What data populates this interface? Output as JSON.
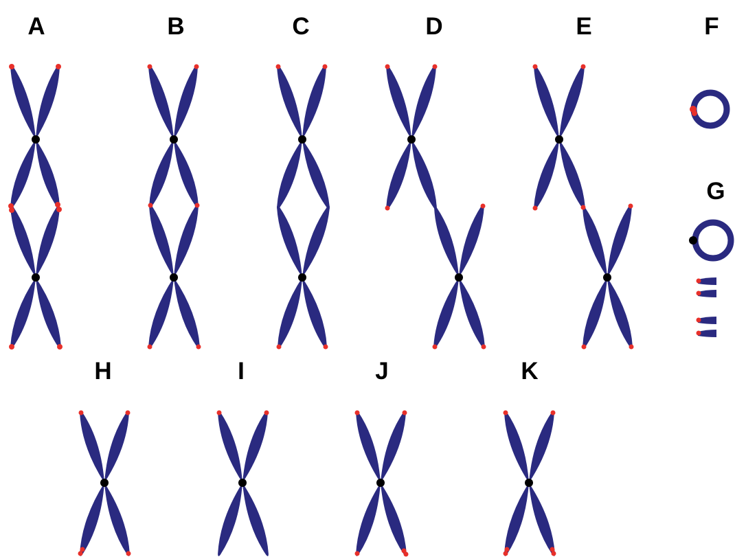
{
  "colors": {
    "chromatid": "#2a2a80",
    "telomere": "#e8302a",
    "centromere": "#000000",
    "background": "#ffffff"
  },
  "panels": [
    {
      "id": "A",
      "label": "A",
      "form": "dicentric",
      "telomeres": "all-ends-and-junction",
      "description": ""
    },
    {
      "id": "B",
      "label": "B",
      "form": "dicentric",
      "telomeres": "ends-and-junction-small"
    },
    {
      "id": "C",
      "label": "C",
      "form": "dicentric",
      "telomeres": "outer-ends-only"
    },
    {
      "id": "D",
      "label": "D",
      "form": "translocation",
      "telomeres": "all-ends"
    },
    {
      "id": "E",
      "label": "E",
      "form": "translocation",
      "telomeres": "all-ends"
    },
    {
      "id": "F",
      "label": "F",
      "form": "ring",
      "telomeres": "ring-red"
    },
    {
      "id": "G",
      "label": "G",
      "form": "ring-with-fragments",
      "telomeres": "fragments"
    },
    {
      "id": "H",
      "label": "H",
      "form": "single",
      "telomeres": "double-bottom"
    },
    {
      "id": "I",
      "label": "I",
      "form": "single",
      "telomeres": "none-bottom"
    },
    {
      "id": "J",
      "label": "J",
      "form": "single",
      "telomeres": "double-bottom-right"
    },
    {
      "id": "K",
      "label": "K",
      "form": "single",
      "telomeres": "double-bottom"
    }
  ]
}
